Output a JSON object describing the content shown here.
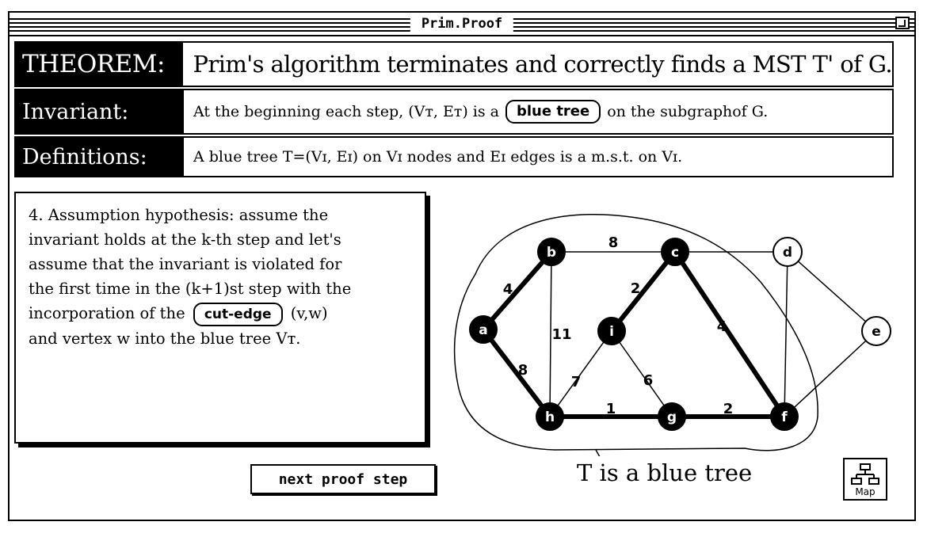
{
  "window": {
    "title": "Prim.Proof"
  },
  "theorem": {
    "label": "THEOREM:",
    "text": "Prim's algorithm terminates and correctly finds a MST T' of G."
  },
  "invariant": {
    "label": "Invariant:",
    "text_before": "At the beginning  each step, (Vт, Eт) is a",
    "button": "blue tree",
    "text_after": "on the subgraphof  G."
  },
  "definitions": {
    "label": "Definitions:",
    "text": "A blue tree T=(Vɪ, Eɪ) on Vɪ nodes and Eɪ edges is a m.s.t. on Vɪ."
  },
  "proof": {
    "lines": [
      "4.  Assumption hypothesis:  assume the",
      "invariant holds at the k-th step and let's",
      "assume that the invariant is violated for",
      "the first time in the (k+1)st step with the"
    ],
    "line5_before": "incorporation of the",
    "line5_button": "cut-edge",
    "line5_after": "(v,w)",
    "line6": "and vertex w into the blue tree Vт."
  },
  "next_button": {
    "label": "next proof step"
  },
  "caption": "T is a blue tree",
  "map_button": {
    "label": "Map"
  },
  "graph": {
    "nodes": [
      {
        "id": "a",
        "label": "a",
        "filled": true
      },
      {
        "id": "b",
        "label": "b",
        "filled": true
      },
      {
        "id": "c",
        "label": "c",
        "filled": true
      },
      {
        "id": "i",
        "label": "i",
        "filled": true
      },
      {
        "id": "h",
        "label": "h",
        "filled": true
      },
      {
        "id": "g",
        "label": "g",
        "filled": true
      },
      {
        "id": "f",
        "label": "f",
        "filled": true
      },
      {
        "id": "d",
        "label": "d",
        "filled": false
      },
      {
        "id": "e",
        "label": "e",
        "filled": false
      }
    ],
    "edges": [
      {
        "from": "a",
        "to": "b",
        "weight": "4",
        "tree": true
      },
      {
        "from": "a",
        "to": "h",
        "weight": "8",
        "tree": true
      },
      {
        "from": "b",
        "to": "c",
        "weight": "8",
        "tree": false
      },
      {
        "from": "b",
        "to": "h",
        "weight": "11",
        "tree": false
      },
      {
        "from": "c",
        "to": "i",
        "weight": "2",
        "tree": true
      },
      {
        "from": "c",
        "to": "f",
        "weight": "4",
        "tree": true
      },
      {
        "from": "i",
        "to": "h",
        "weight": "7",
        "tree": false
      },
      {
        "from": "i",
        "to": "g",
        "weight": "6",
        "tree": false
      },
      {
        "from": "h",
        "to": "g",
        "weight": "1",
        "tree": true
      },
      {
        "from": "g",
        "to": "f",
        "weight": "2",
        "tree": true
      },
      {
        "from": "c",
        "to": "d",
        "weight": "",
        "tree": false
      },
      {
        "from": "d",
        "to": "e",
        "weight": "",
        "tree": false
      },
      {
        "from": "d",
        "to": "f",
        "weight": "",
        "tree": false
      },
      {
        "from": "e",
        "to": "f",
        "weight": "",
        "tree": false
      }
    ]
  }
}
